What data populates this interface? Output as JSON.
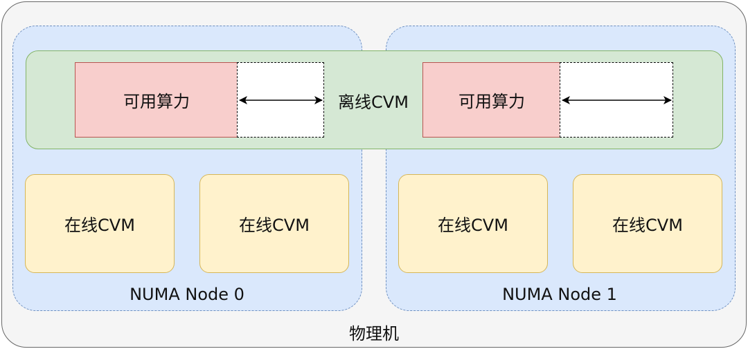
{
  "physical_machine": {
    "label": "物理机"
  },
  "numa_nodes": [
    {
      "label": "NUMA Node 0",
      "online_cvms": [
        "在线CVM",
        "在线CVM"
      ]
    },
    {
      "label": "NUMA Node 1",
      "online_cvms": [
        "在线CVM",
        "在线CVM"
      ]
    }
  ],
  "offline_cvm": {
    "label": "离线CVM",
    "available_compute": [
      "可用算力",
      "可用算力"
    ]
  },
  "colors": {
    "physical_fill": "#f5f5f5",
    "numa_fill": "#dae8fc",
    "numa_border": "#6c8ebf",
    "offline_fill": "#d5e8d4",
    "offline_border": "#82b366",
    "available_fill": "#f8cecc",
    "available_border": "#b85450",
    "online_fill": "#fff2cc",
    "online_border": "#d6b656"
  }
}
